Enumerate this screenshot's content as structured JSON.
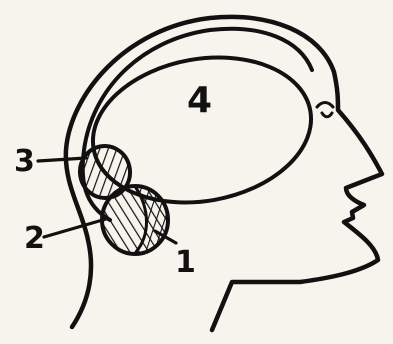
{
  "diagram": {
    "labels": {
      "region_1": "1",
      "region_2": "2",
      "region_3": "3",
      "region_4": "4"
    }
  }
}
